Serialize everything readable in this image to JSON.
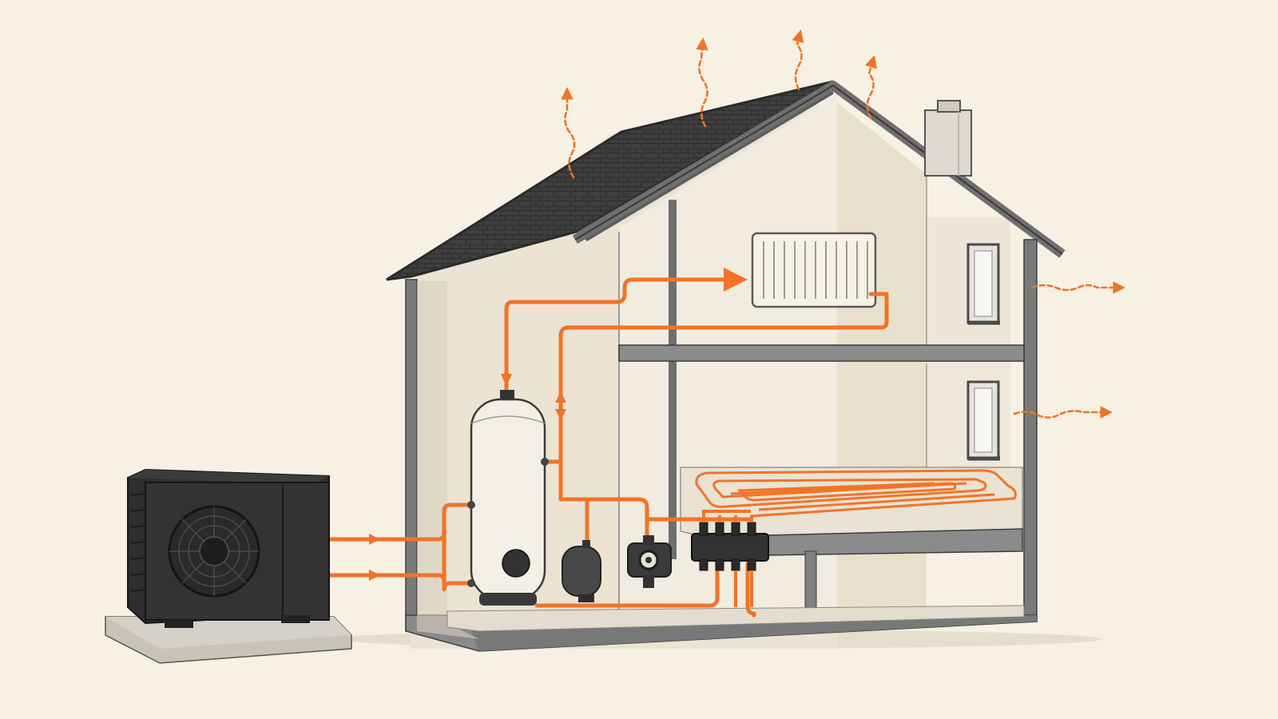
{
  "colors": {
    "background": "#f7f1e4",
    "pipe_accent": "#f07428",
    "roof": "#3e3e3e",
    "wall_frame": "#767676",
    "interior": "#f0e8da",
    "equipment_dark": "#2e2e2e",
    "radiator": "#f6f1e6",
    "tank": "#f4efe5"
  },
  "components": [
    {
      "id": "outdoor-heat-pump-unit",
      "icon": "fan-icon"
    },
    {
      "id": "hot-water-cylinder",
      "icon": "cylinder-icon"
    },
    {
      "id": "expansion-vessel",
      "icon": "vessel-icon"
    },
    {
      "id": "circulation-pump",
      "icon": "pump-icon"
    },
    {
      "id": "underfloor-manifold",
      "icon": "manifold-icon"
    },
    {
      "id": "upstairs-radiator",
      "icon": "radiator-icon"
    },
    {
      "id": "underfloor-heating-loop",
      "icon": "coil-icon"
    }
  ],
  "heat_flows": [
    {
      "id": "roof-heat-loss-1",
      "icon": "wavy-arrow-up-icon"
    },
    {
      "id": "roof-heat-loss-2",
      "icon": "wavy-arrow-up-icon"
    },
    {
      "id": "roof-heat-loss-3",
      "icon": "wavy-arrow-up-icon"
    },
    {
      "id": "roof-heat-loss-4",
      "icon": "wavy-arrow-up-icon"
    },
    {
      "id": "wall-heat-loss-upper",
      "icon": "wavy-arrow-right-icon"
    },
    {
      "id": "wall-heat-loss-lower",
      "icon": "wavy-arrow-right-icon"
    }
  ]
}
